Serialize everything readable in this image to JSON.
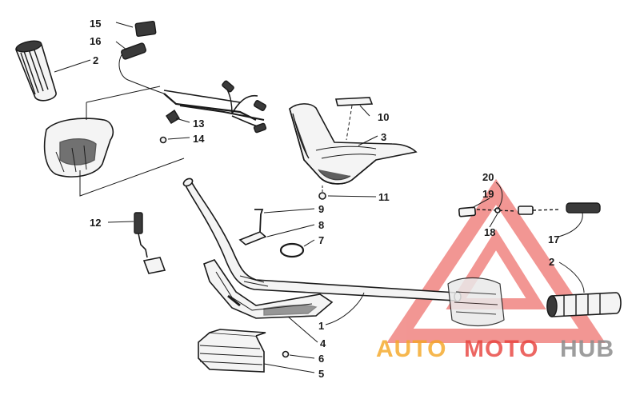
{
  "callouts": {
    "c1": "1",
    "c2": "2",
    "c2b": "2",
    "c3": "3",
    "c4": "4",
    "c5": "5",
    "c6": "6",
    "c7": "7",
    "c8": "8",
    "c9": "9",
    "c10": "10",
    "c11": "11",
    "c12": "12",
    "c13": "13",
    "c14": "14",
    "c15": "15",
    "c16": "16",
    "c17": "17",
    "c18": "18",
    "c19": "19",
    "c20": "20"
  },
  "watermark": {
    "part1": "AUTO",
    "part2": "MOTO",
    "part3": "HUB",
    "color_orange": "#f5a623",
    "color_red": "#e8413c",
    "color_gray": "#8c8c8c"
  }
}
